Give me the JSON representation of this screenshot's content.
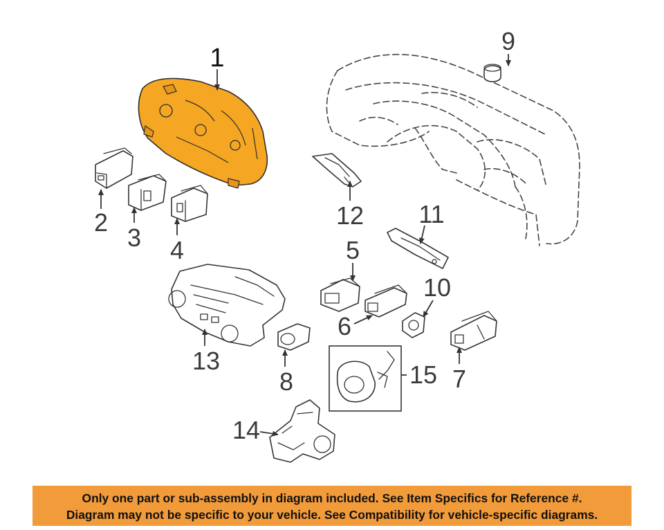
{
  "diagram": {
    "callouts": {
      "c1": "1",
      "c2": "2",
      "c3": "3",
      "c4": "4",
      "c5": "5",
      "c6": "6",
      "c7": "7",
      "c8": "8",
      "c9": "9",
      "c10": "10",
      "c11": "11",
      "c12": "12",
      "c13": "13",
      "c14": "14",
      "c15": "15"
    },
    "highlight_color": "#f5a623",
    "highlighted_part": "1"
  },
  "notice": {
    "line1": "Only one part or sub-assembly in diagram included. See Item Specifics for Reference #.",
    "line2": "Diagram may not be specific to your vehicle. See Compatibility for vehicle-specific diagrams.",
    "background": "#f29b3a"
  }
}
